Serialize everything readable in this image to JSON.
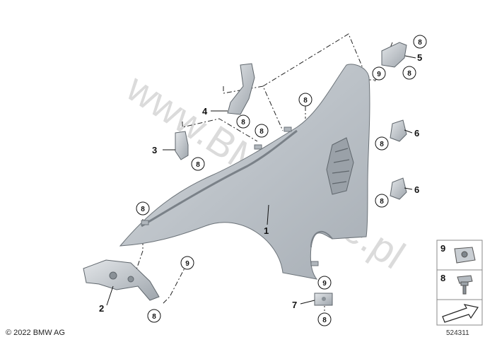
{
  "watermark": "www.BMWstore.pl",
  "copyright": "© 2022 BMW AG",
  "diagram_number": "524311",
  "callouts": [
    "1",
    "2",
    "3",
    "4",
    "5",
    "6",
    "6",
    "7"
  ],
  "fastener_circles": [
    "8",
    "9"
  ],
  "legend": [
    {
      "num": "9",
      "icon": "clip-nut-icon"
    },
    {
      "num": "8",
      "icon": "hex-screw-icon"
    },
    {
      "num": "",
      "icon": "direction-arrow-icon"
    }
  ]
}
